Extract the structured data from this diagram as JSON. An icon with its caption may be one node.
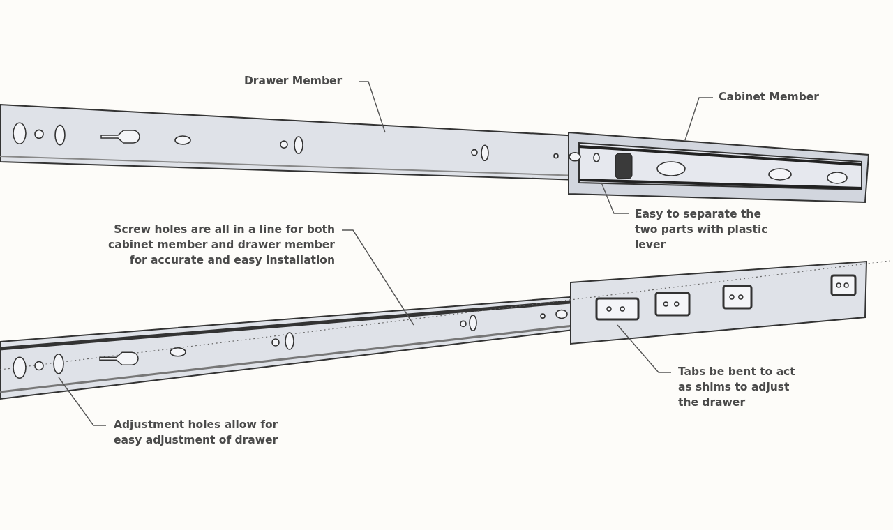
{
  "diagram": {
    "nodes": [
      {
        "text": [
          "Drawer Member"
        ]
      },
      {
        "text": [
          "Cabinet Member"
        ]
      },
      {
        "text": [
          "Easy to separate the two parts with plastic lever"
        ]
      },
      {
        "text": [
          "Screw holes are all in a line for both cabinet member and drawer member for accurate and easy installation"
        ]
      },
      {
        "text": [
          "Tabs be bent to act as shims to adjust the drawer"
        ]
      },
      {
        "text": [
          "Adjustment holes allow for easy adjustment of drawer"
        ]
      }
    ],
    "edges": [
      {
        "from": 0,
        "to": null,
        "arrow": "none"
      },
      {
        "from": 1,
        "to": null,
        "arrow": "none"
      },
      {
        "from": 2,
        "to": null,
        "arrow": "none"
      },
      {
        "from": 3,
        "to": null,
        "arrow": "none"
      },
      {
        "from": 4,
        "to": null,
        "arrow": "none"
      },
      {
        "from": 5,
        "to": null,
        "arrow": "none"
      }
    ]
  }
}
